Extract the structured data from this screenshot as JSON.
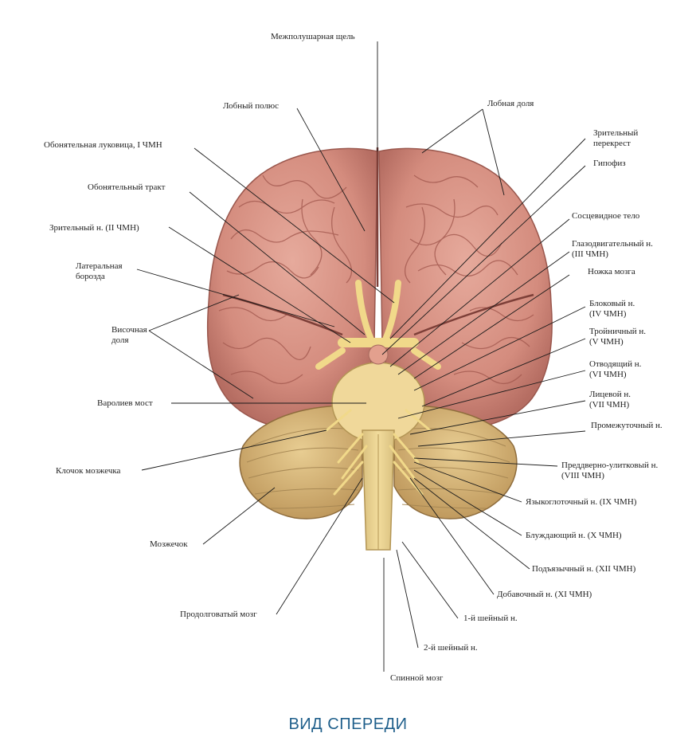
{
  "title": "ВИД СПЕРЕДИ",
  "labels": {
    "interhemispheric": "Межполушарная щель",
    "frontal_pole": "Лобный полюс",
    "frontal_lobe": "Лобная доля",
    "olfactory_bulb": "Обонятельная луковица, I ЧМН",
    "optic_chiasm_1": "Зрительный",
    "optic_chiasm_2": "перекрест",
    "hypophysis": "Гипофиз",
    "olfactory_tract": "Обонятельный тракт",
    "mammillary": "Сосцевидное тело",
    "optic_nerve": "Зрительный н. (II ЧМН)",
    "oculomotor_1": "Глазодвигательный н.",
    "oculomotor_2": "(III ЧМН)",
    "lateral_sulcus_1": "Латеральная",
    "lateral_sulcus_2": "борозда",
    "cerebral_peduncle": "Ножка мозга",
    "trochlear_1": "Блоковый н.",
    "trochlear_2": "(IV ЧМН)",
    "temporal_1": "Височная",
    "temporal_2": "доля",
    "trigeminal_1": "Тройничный н.",
    "trigeminal_2": "(V ЧМН)",
    "abducens_1": "Отводящий н.",
    "abducens_2": "(VI ЧМН)",
    "pons": "Варолиев мост",
    "facial_1": "Лицевой н.",
    "facial_2": "(VII ЧМН)",
    "intermediate": "Промежуточный н.",
    "flocculus": "Клочок мозжечка",
    "vestibulocochlear_1": "Преддверно-улитковый н.",
    "vestibulocochlear_2": "(VIII ЧМН)",
    "glossopharyngeal": "Языкоглоточный н. (IX ЧМН)",
    "cerebellum": "Мозжечок",
    "vagus": "Блуждающий н. (X ЧМН)",
    "hypoglossal": "Подъязычный н. (XII ЧМН)",
    "accessory": "Добавочный н. (XI ЧМН)",
    "medulla": "Продолговатый мозг",
    "cervical_1": "1-й шейный н.",
    "cervical_2": "2-й шейный н.",
    "spinal_cord": "Спинной мозг"
  },
  "colors": {
    "cortex": "#d9978a",
    "cortex_dark": "#a85f55",
    "cerebellum": "#d8bb7e",
    "nerve": "#f1d98a",
    "line": "#1a1a1a",
    "title": "#1f5f8b"
  }
}
